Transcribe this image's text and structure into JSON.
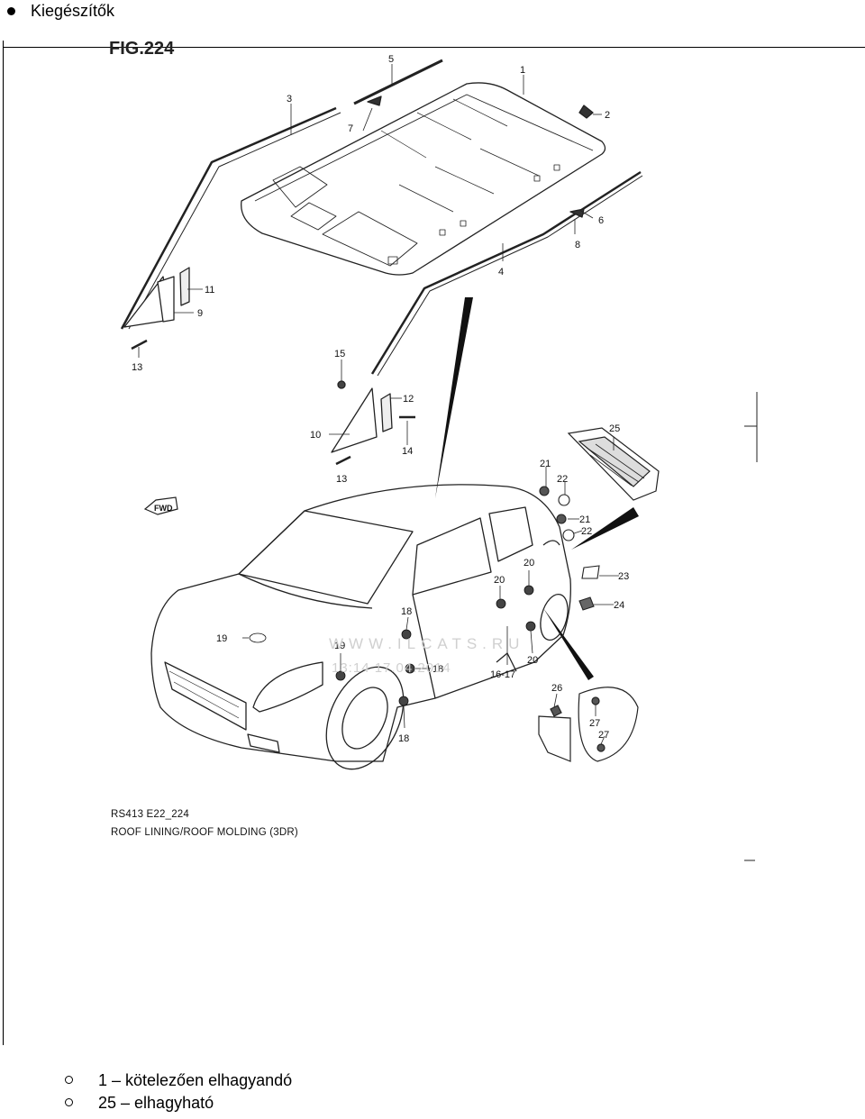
{
  "heading": {
    "text": "Kiegészítők"
  },
  "diagram": {
    "fig_title": "FIG.224",
    "caption_code": "RS413 E22_224",
    "caption_title": "ROOF LINING/ROOF MOLDING (3DR)",
    "watermark_url": "WWW.ILCATS.RU",
    "watermark_time": "13:14 17.04.2014",
    "fwd_label": "FWD",
    "callouts": [
      "1",
      "2",
      "3",
      "4",
      "5",
      "6",
      "7",
      "8",
      "9",
      "10",
      "11",
      "12",
      "13",
      "13",
      "14",
      "15",
      "16-17",
      "18",
      "18",
      "18",
      "19",
      "19",
      "20",
      "20",
      "20",
      "21",
      "21",
      "22",
      "22",
      "23",
      "24",
      "25",
      "26",
      "27",
      "27"
    ]
  },
  "notes": [
    {
      "text": "1 – kötelezően elhagyandó"
    },
    {
      "text": "25 – elhagyható"
    }
  ]
}
